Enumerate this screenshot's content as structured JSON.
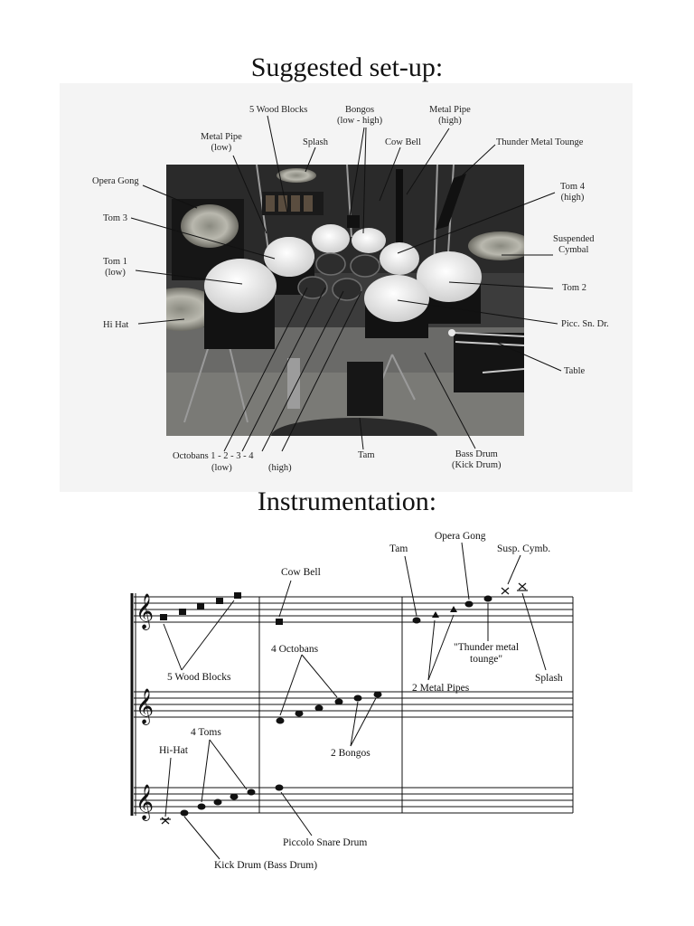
{
  "headings": {
    "setup": "Suggested set-up:",
    "instrumentation": "Instrumentation:"
  },
  "setup_labels": {
    "wood_blocks": "5 Wood Blocks",
    "bongos_1": "Bongos",
    "bongos_2": "(low - high)",
    "metal_pipe_high_1": "Metal Pipe",
    "metal_pipe_high_2": "(high)",
    "metal_pipe_low_1": "Metal Pipe",
    "metal_pipe_low_2": "(low)",
    "splash": "Splash",
    "cow_bell": "Cow Bell",
    "thunder": "Thunder Metal Tounge",
    "opera_gong": "Opera Gong",
    "tom4_1": "Tom 4",
    "tom4_2": "(high)",
    "tom3": "Tom 3",
    "susp_cymbal_1": "Suspended",
    "susp_cymbal_2": "Cymbal",
    "tom1_1": "Tom 1",
    "tom1_2": "(low)",
    "tom2": "Tom 2",
    "hi_hat": "Hi Hat",
    "picc": "Picc. Sn. Dr.",
    "table": "Table",
    "octobans_1": "Octobans    1  -  2  -  3  -  4",
    "octobans_low": "(low)",
    "octobans_high": "(high)",
    "tam": "Tam",
    "bass_drum_1": "Bass Drum",
    "bass_drum_2": "(Kick Drum)"
  },
  "score_labels": {
    "tam": "Tam",
    "opera_gong": "Opera Gong",
    "susp_cymb": "Susp. Cymb.",
    "cow_bell": "Cow Bell",
    "octobans": "4 Octobans",
    "wood_blocks": "5 Wood Blocks",
    "thunder_1": "\"Thunder metal",
    "thunder_2": "tounge\"",
    "metal_pipes": "2 Metal Pipes",
    "splash": "Splash",
    "toms": "4 Toms",
    "hi_hat": "Hi-Hat",
    "bongos": "2 Bongos",
    "piccolo": "Piccolo Snare Drum",
    "kick": "Kick Drum (Bass Drum)"
  }
}
